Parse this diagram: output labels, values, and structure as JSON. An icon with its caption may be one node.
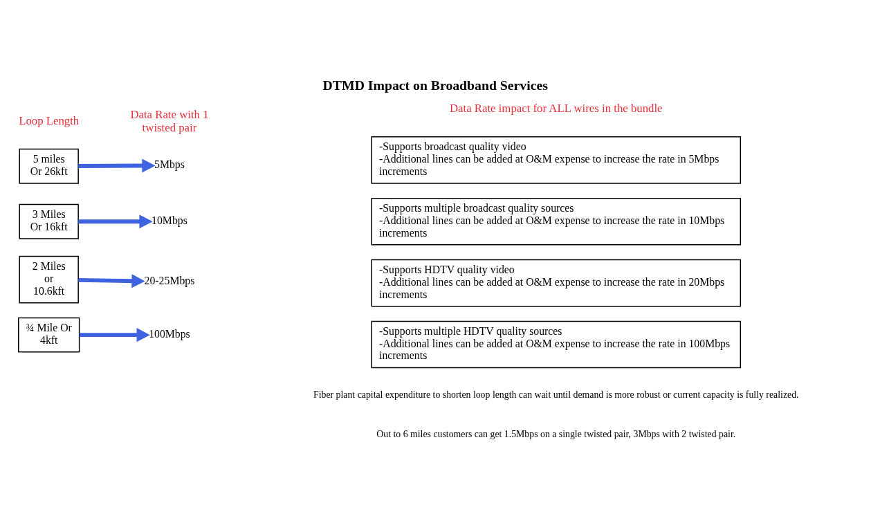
{
  "diagram": {
    "title": "DTMD Impact on Broadband Services",
    "nodes": [
      {
        "text": [
          "5 miles Or 26kft"
        ]
      },
      {
        "text": [
          "5Mbps"
        ]
      },
      {
        "text": [
          "-Supports broadcast quality video",
          "-Additional lines can be added at O&M expense to increase the rate in 5Mbps increments"
        ]
      },
      {
        "text": [
          "3 Miles Or 16kft"
        ]
      },
      {
        "text": [
          "10Mbps"
        ]
      },
      {
        "text": [
          "-Supports multiple broadcast quality sources",
          "-Additional lines can be added at O&M expense to increase the rate in 10Mbps increments"
        ]
      },
      {
        "text": [
          "2 Miles or 10.6kft"
        ]
      },
      {
        "text": [
          "20-25Mbps"
        ]
      },
      {
        "text": [
          "-Supports HDTV quality video",
          "-Additional lines can be added at O&M expense to increase the rate in 20Mbps increments"
        ]
      },
      {
        "text": [
          "¾ Mile Or 4kft"
        ]
      },
      {
        "text": [
          "100Mbps"
        ]
      },
      {
        "text": [
          "-Supports multiple HDTV quality sources",
          "-Additional lines can be added at O&M expense to increase the rate in 100Mbps increments"
        ]
      }
    ],
    "edges": [
      {
        "from": 0,
        "to": 1,
        "arrow": "to"
      },
      {
        "from": 3,
        "to": 4,
        "arrow": "to"
      },
      {
        "from": 6,
        "to": 7,
        "arrow": "to"
      },
      {
        "from": 9,
        "to": 10,
        "arrow": "to"
      }
    ],
    "labels": [
      "Loop Length",
      "Data Rate with 1 twisted pair",
      "Data Rate impact for ALL wires in the bundle",
      "Fiber plant capital expenditure to shorten loop length can wait until demand is more robust or current capacity is fully realized.",
      "Out to 6 miles customers can get 1.5Mbps on a single twisted pair, 3Mbps with 2 twisted pair."
    ]
  }
}
